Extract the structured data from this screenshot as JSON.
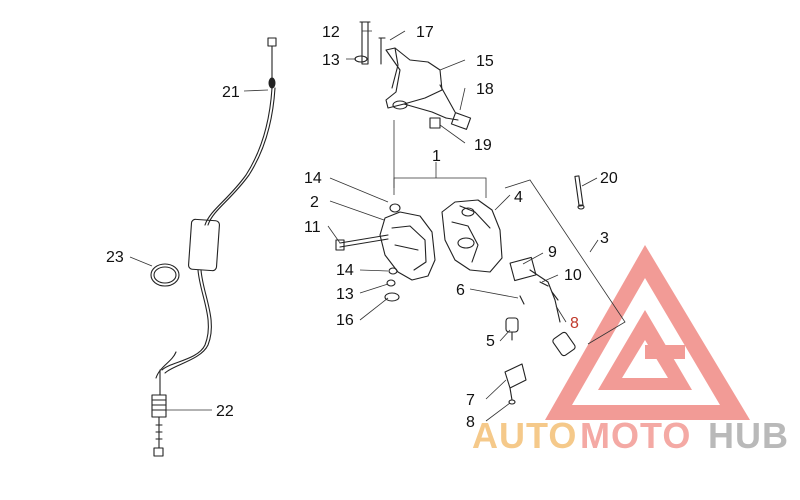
{
  "callouts": {
    "c1": "1",
    "c2": "2",
    "c3": "3",
    "c4": "4",
    "c5": "5",
    "c6": "6",
    "c7": "7",
    "c8a": "8",
    "c8b": "8",
    "c9": "9",
    "c10": "10",
    "c11": "11",
    "c12": "12",
    "c13a": "13",
    "c13b": "13",
    "c14a": "14",
    "c14b": "14",
    "c15": "15",
    "c16": "16",
    "c17": "17",
    "c18": "18",
    "c19": "19",
    "c20": "20",
    "c21": "21",
    "c22": "22",
    "c23": "23"
  },
  "watermark": {
    "word_part1": "AUTO",
    "word_part2": "MOTO",
    "word_part3": "HUB",
    "color_part1": "#f5c98a",
    "color_part2": "#f4a9a4",
    "color_part3": "#b9b9b9",
    "triangle_color": "#f08a84"
  }
}
